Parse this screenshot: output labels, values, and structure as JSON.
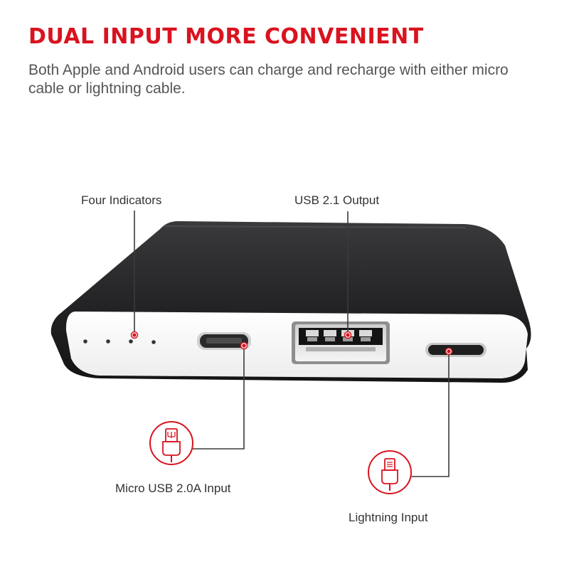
{
  "headline": "DUAL INPUT MORE CONVENIENT",
  "subtitle": "Both Apple and Android users can charge and recharge with either micro cable or lightning cable.",
  "callouts": {
    "four_indicators": "Four Indicators",
    "usb_output": "USB 2.1 Output",
    "micro_usb_input": "Micro USB 2.0A Input",
    "lightning_input": "Lightning Input"
  },
  "icons": {
    "micro_usb": "micro-usb-cable-icon",
    "lightning": "lightning-cable-icon"
  },
  "colors": {
    "accent": "#d9131f",
    "body_dark": "#1b1b1d",
    "face": "#ffffff",
    "text": "#333333"
  }
}
